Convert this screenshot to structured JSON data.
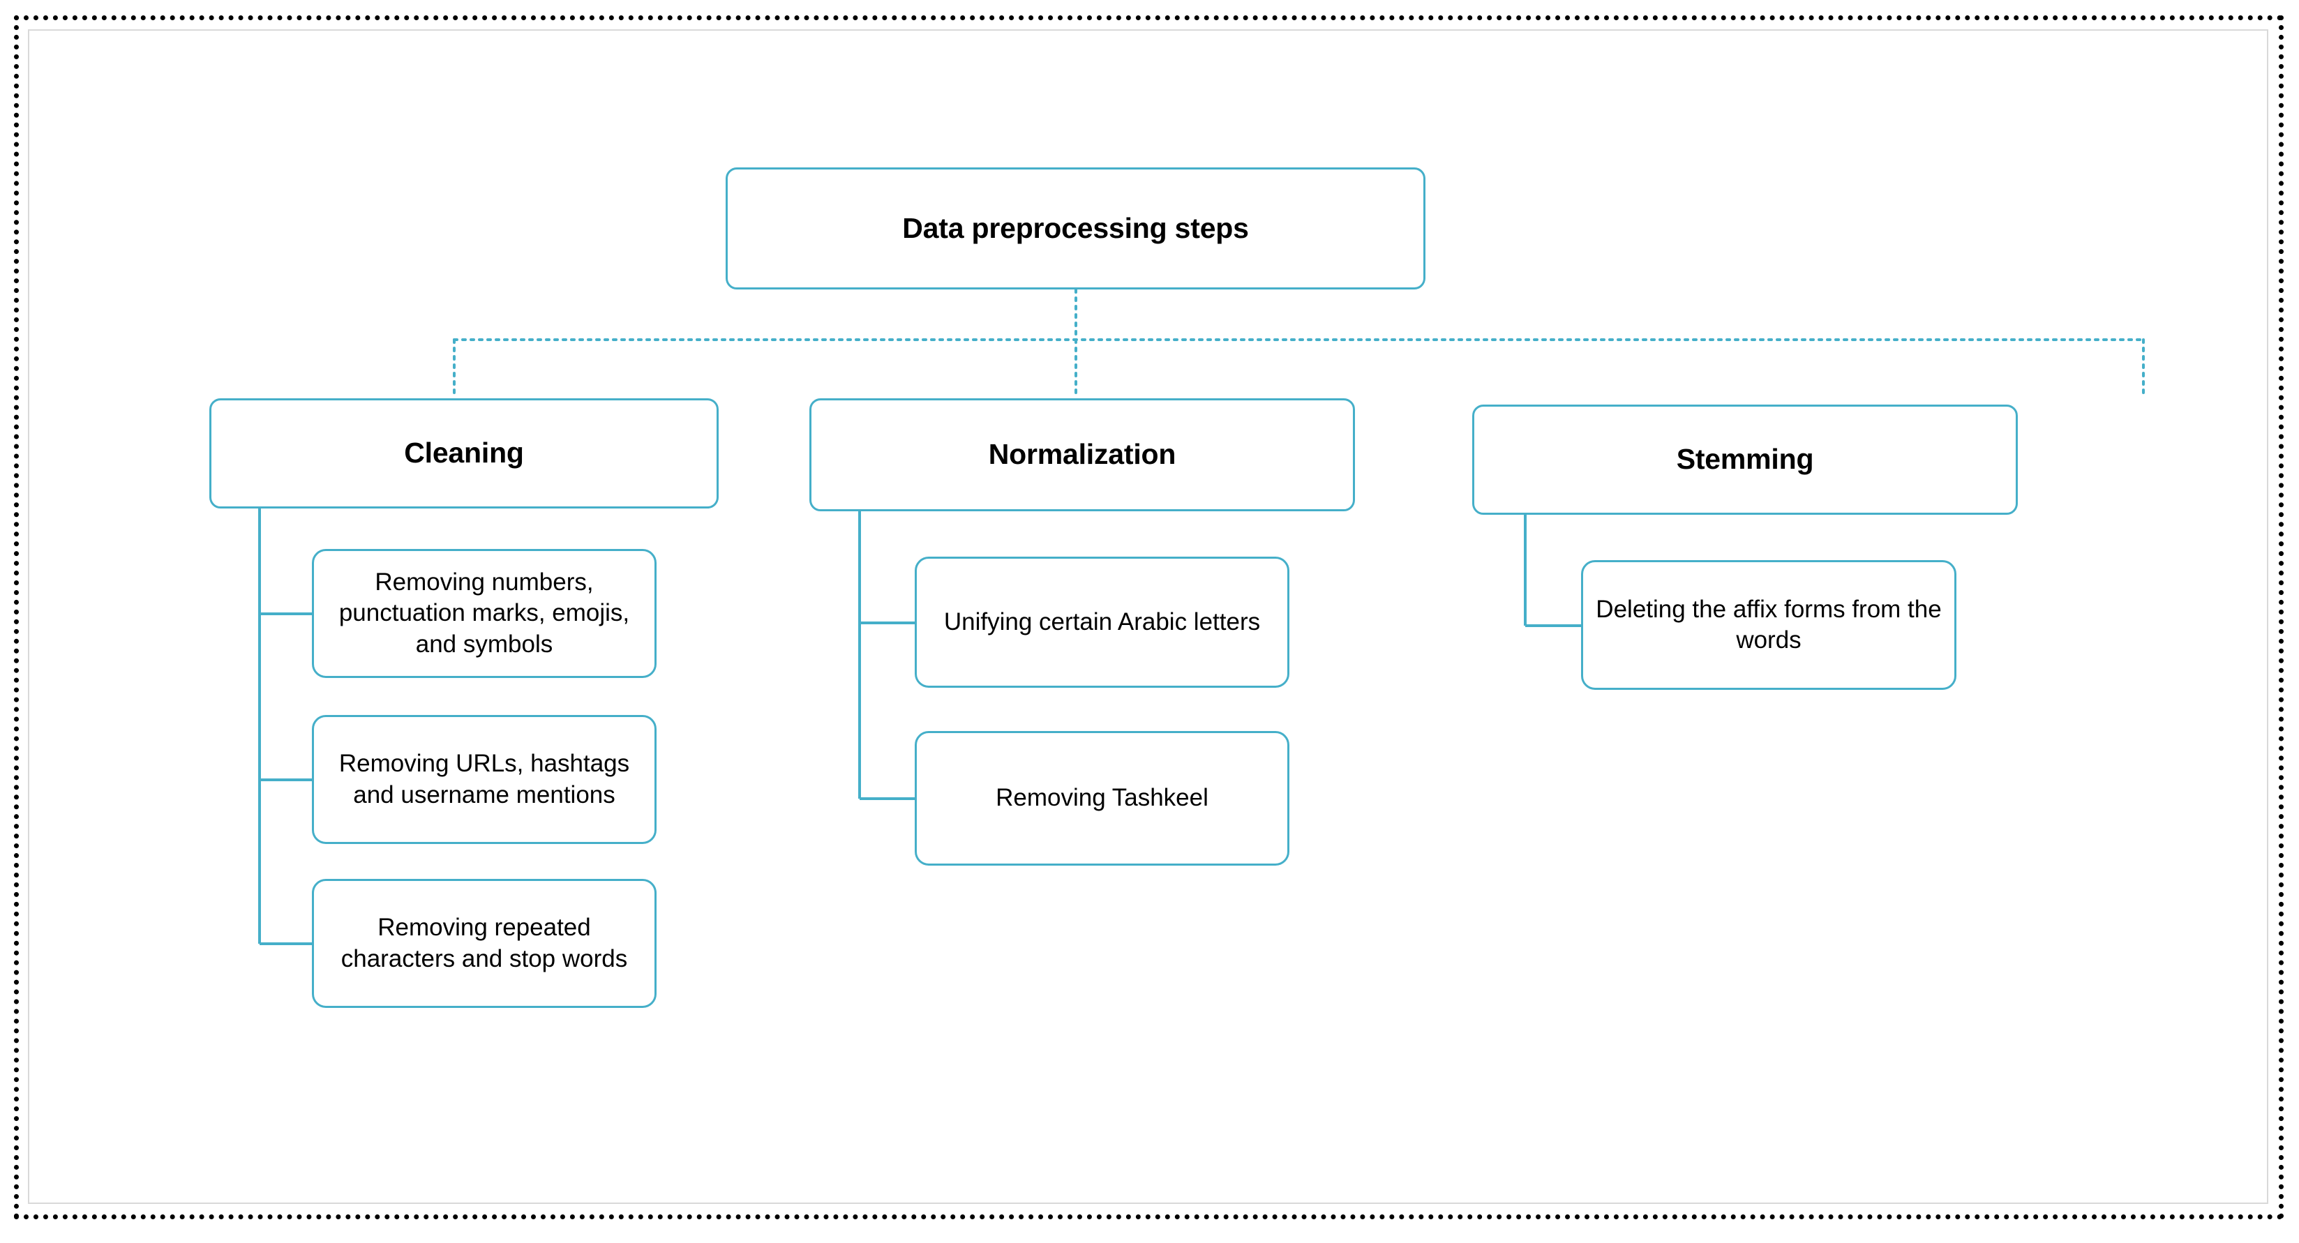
{
  "diagram": {
    "title": "Data preprocessing steps",
    "type": "tree",
    "accent_color": "#45AFC9",
    "text_color": "#000000",
    "background_color": "#FFFFFF",
    "outer_border_color": "#000000",
    "inner_border_color": "#D9D9D9",
    "root": {
      "id": "root",
      "label": "Data preprocessing steps",
      "connector_style": "dotted"
    },
    "branches": [
      {
        "id": "cleaning",
        "label": "Cleaning",
        "connector_style": "solid",
        "children": [
          {
            "id": "cleaning-1",
            "label": "Removing numbers, punctuation marks, emojis, and symbols"
          },
          {
            "id": "cleaning-2",
            "label": "Removing URLs, hashtags and username mentions"
          },
          {
            "id": "cleaning-3",
            "label": "Removing repeated characters and stop words"
          }
        ]
      },
      {
        "id": "normalization",
        "label": "Normalization",
        "connector_style": "solid",
        "children": [
          {
            "id": "normalization-1",
            "label": "Unifying certain Arabic letters"
          },
          {
            "id": "normalization-2",
            "label": "Removing Tashkeel"
          }
        ]
      },
      {
        "id": "stemming",
        "label": "Stemming",
        "connector_style": "solid",
        "children": [
          {
            "id": "stemming-1",
            "label": "Deleting the affix forms from the words"
          }
        ]
      }
    ]
  }
}
